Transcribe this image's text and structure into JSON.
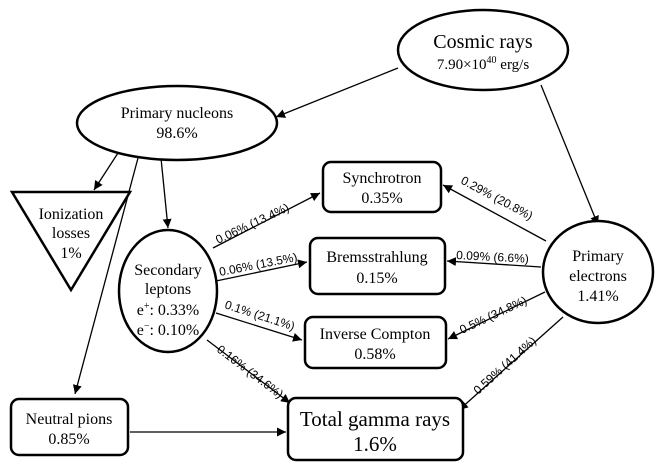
{
  "nodes": {
    "cosmic_rays": {
      "title": "Cosmic rays",
      "value_mantissa": "7.90×10",
      "value_exponent": "40",
      "value_unit": " erg/s"
    },
    "primary_nucleons": {
      "title": "Primary nucleons",
      "value": "98.6%"
    },
    "ionization_losses": {
      "line1": "Ionization",
      "line2": "losses",
      "line3": "1%"
    },
    "secondary_leptons": {
      "line1": "Secondary",
      "line2": "leptons",
      "eplus_label": "e",
      "eplus_sup": "+",
      "eplus_value": ": 0.33%",
      "eminus_label": "e",
      "eminus_sup": "−",
      "eminus_value": ": 0.10%"
    },
    "synchrotron": {
      "title": "Synchrotron",
      "value": "0.35%"
    },
    "bremsstrahlung": {
      "title": "Bremsstrahlung",
      "value": "0.15%"
    },
    "inverse_compton": {
      "title": "Inverse Compton",
      "value": "0.58%"
    },
    "primary_electrons": {
      "line1": "Primary",
      "line2": "electrons",
      "value": "1.41%"
    },
    "neutral_pions": {
      "title": "Neutral pions",
      "value": "0.85%"
    },
    "total_gamma": {
      "title": "Total gamma rays",
      "value": "1.6%"
    }
  },
  "edge_labels": {
    "sec_to_sync": "0.06%  (13.4%)",
    "sec_to_brems": "0.06%  (13.5%)",
    "sec_to_ic": "0.1%  (21.1%)",
    "sec_to_total": "0.16%  (34.6%)",
    "prim_to_sync": "0.29%  (20.8%)",
    "prim_to_brems": "0.09%  (6.6%)",
    "prim_to_ic": "0.5%  (34.8%)",
    "prim_to_total": "0.59%  (41.4%)"
  }
}
